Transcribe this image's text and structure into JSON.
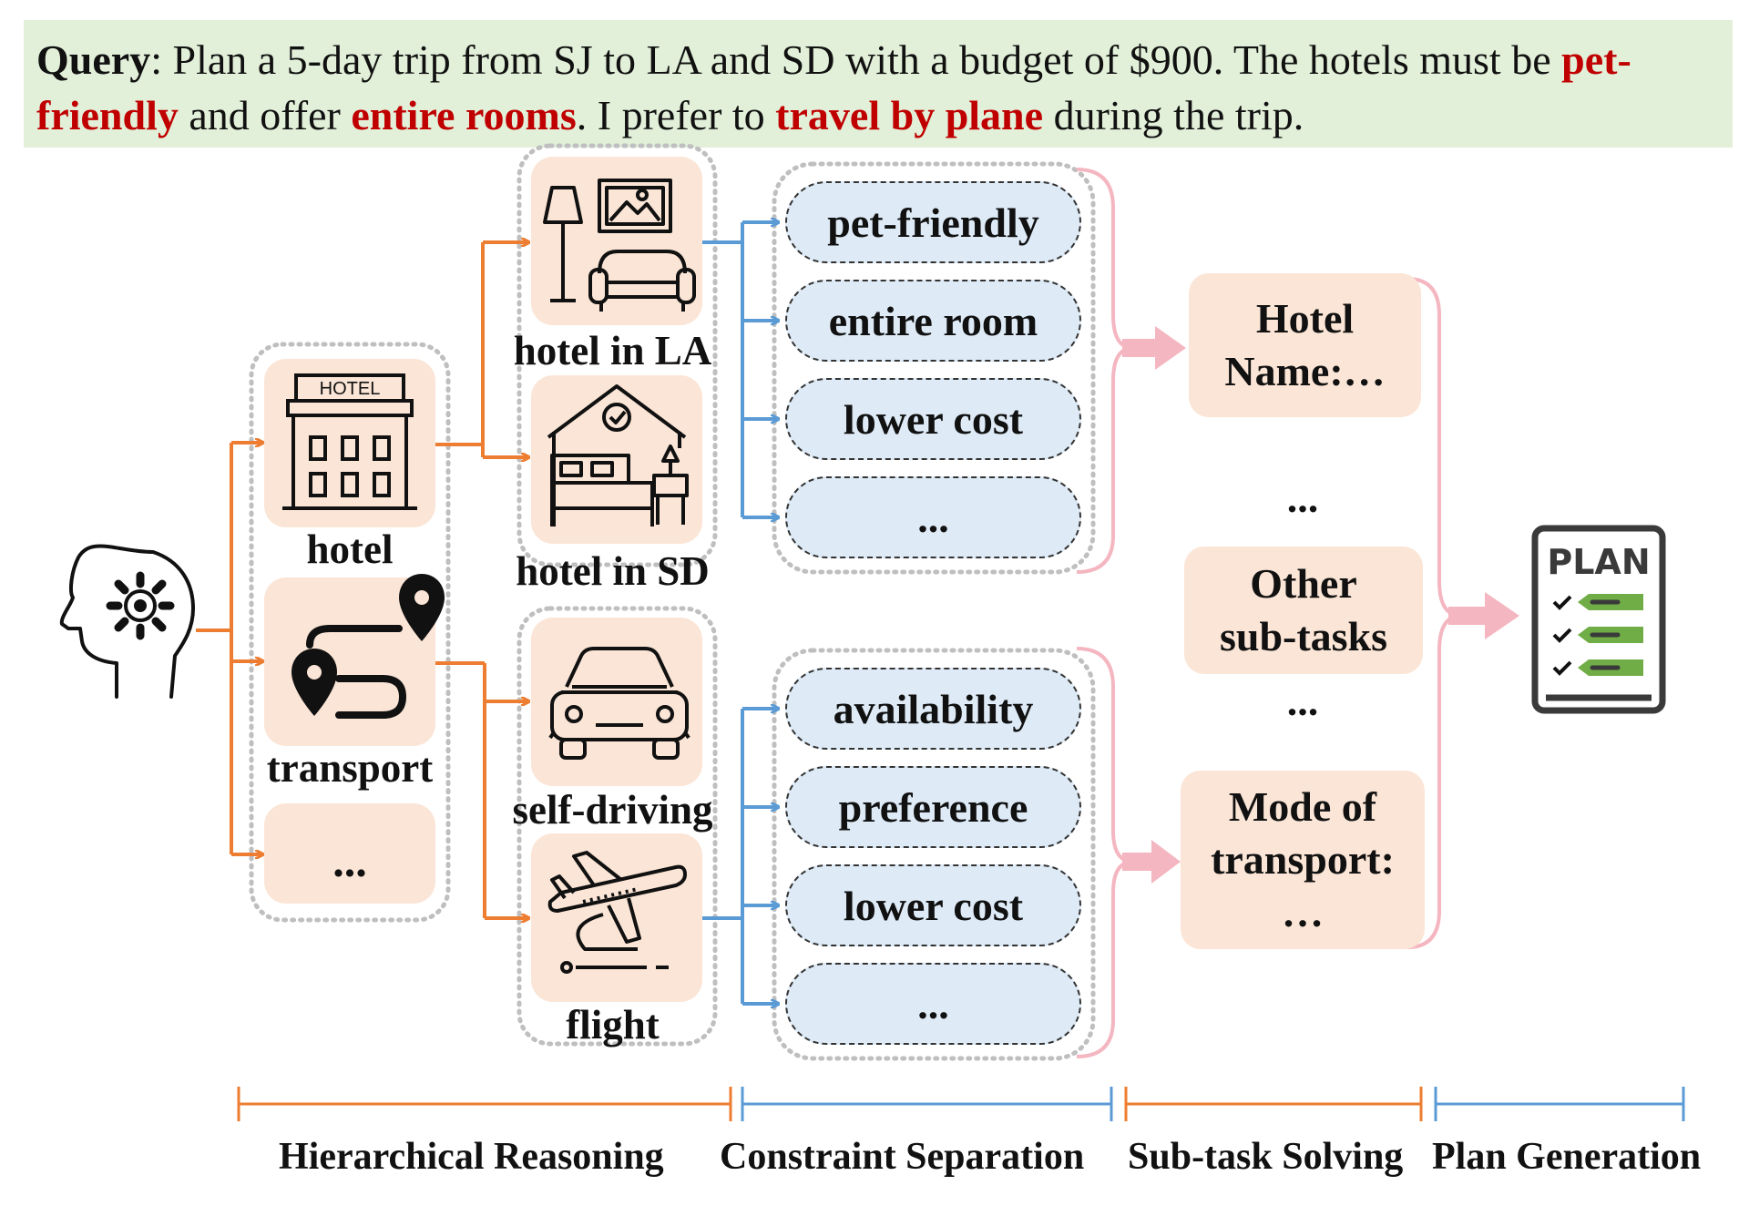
{
  "query": {
    "label": "Query",
    "seg1": ": Plan a 5-day trip from SJ to LA and SD with a budget of $900. The hotels must be ",
    "hl1": "pet-friendly",
    "seg2": " and offer ",
    "hl2": "entire rooms",
    "seg3": ". I prefer to ",
    "hl3": "travel by plane",
    "seg4": " during the trip."
  },
  "level1": {
    "hotel": "hotel",
    "transport": "transport",
    "more": "..."
  },
  "level2": {
    "hotel_la": "hotel in LA",
    "hotel_sd": "hotel in SD",
    "self_driving": "self-driving",
    "flight": "flight"
  },
  "hotel_icon_text": "HOTEL",
  "constraints_hotel": [
    "pet-friendly",
    "entire room",
    "lower cost",
    "..."
  ],
  "constraints_transport": [
    "availability",
    "preference",
    "lower cost",
    "..."
  ],
  "subtasks": {
    "hotel_line1": "Hotel",
    "hotel_line2": "Name:…",
    "dots_a": "...",
    "other_line1": "Other",
    "other_line2": "sub-tasks",
    "dots_b": "...",
    "mode_line1": "Mode of",
    "mode_line2": "transport:",
    "mode_line3": "…"
  },
  "plan_icon_text": "PLAN",
  "stages": [
    "Hierarchical Reasoning",
    "Constraint Separation",
    "Sub-task Solving",
    "Plan Generation"
  ],
  "colors": {
    "orange": "#ed7d31",
    "blue": "#5b9bd5",
    "pink": "#f4b6c0",
    "peach": "#fbe5d6",
    "light_blue": "#deebf7",
    "light_green": "#e2f0d9",
    "red_text": "#c00000",
    "plan_green": "#70ad47"
  },
  "icons": [
    "head-gear-icon",
    "hotel-building-icon",
    "route-pins-icon",
    "living-room-icon",
    "bedroom-icon",
    "car-icon",
    "airplane-icon",
    "plan-checklist-icon"
  ]
}
